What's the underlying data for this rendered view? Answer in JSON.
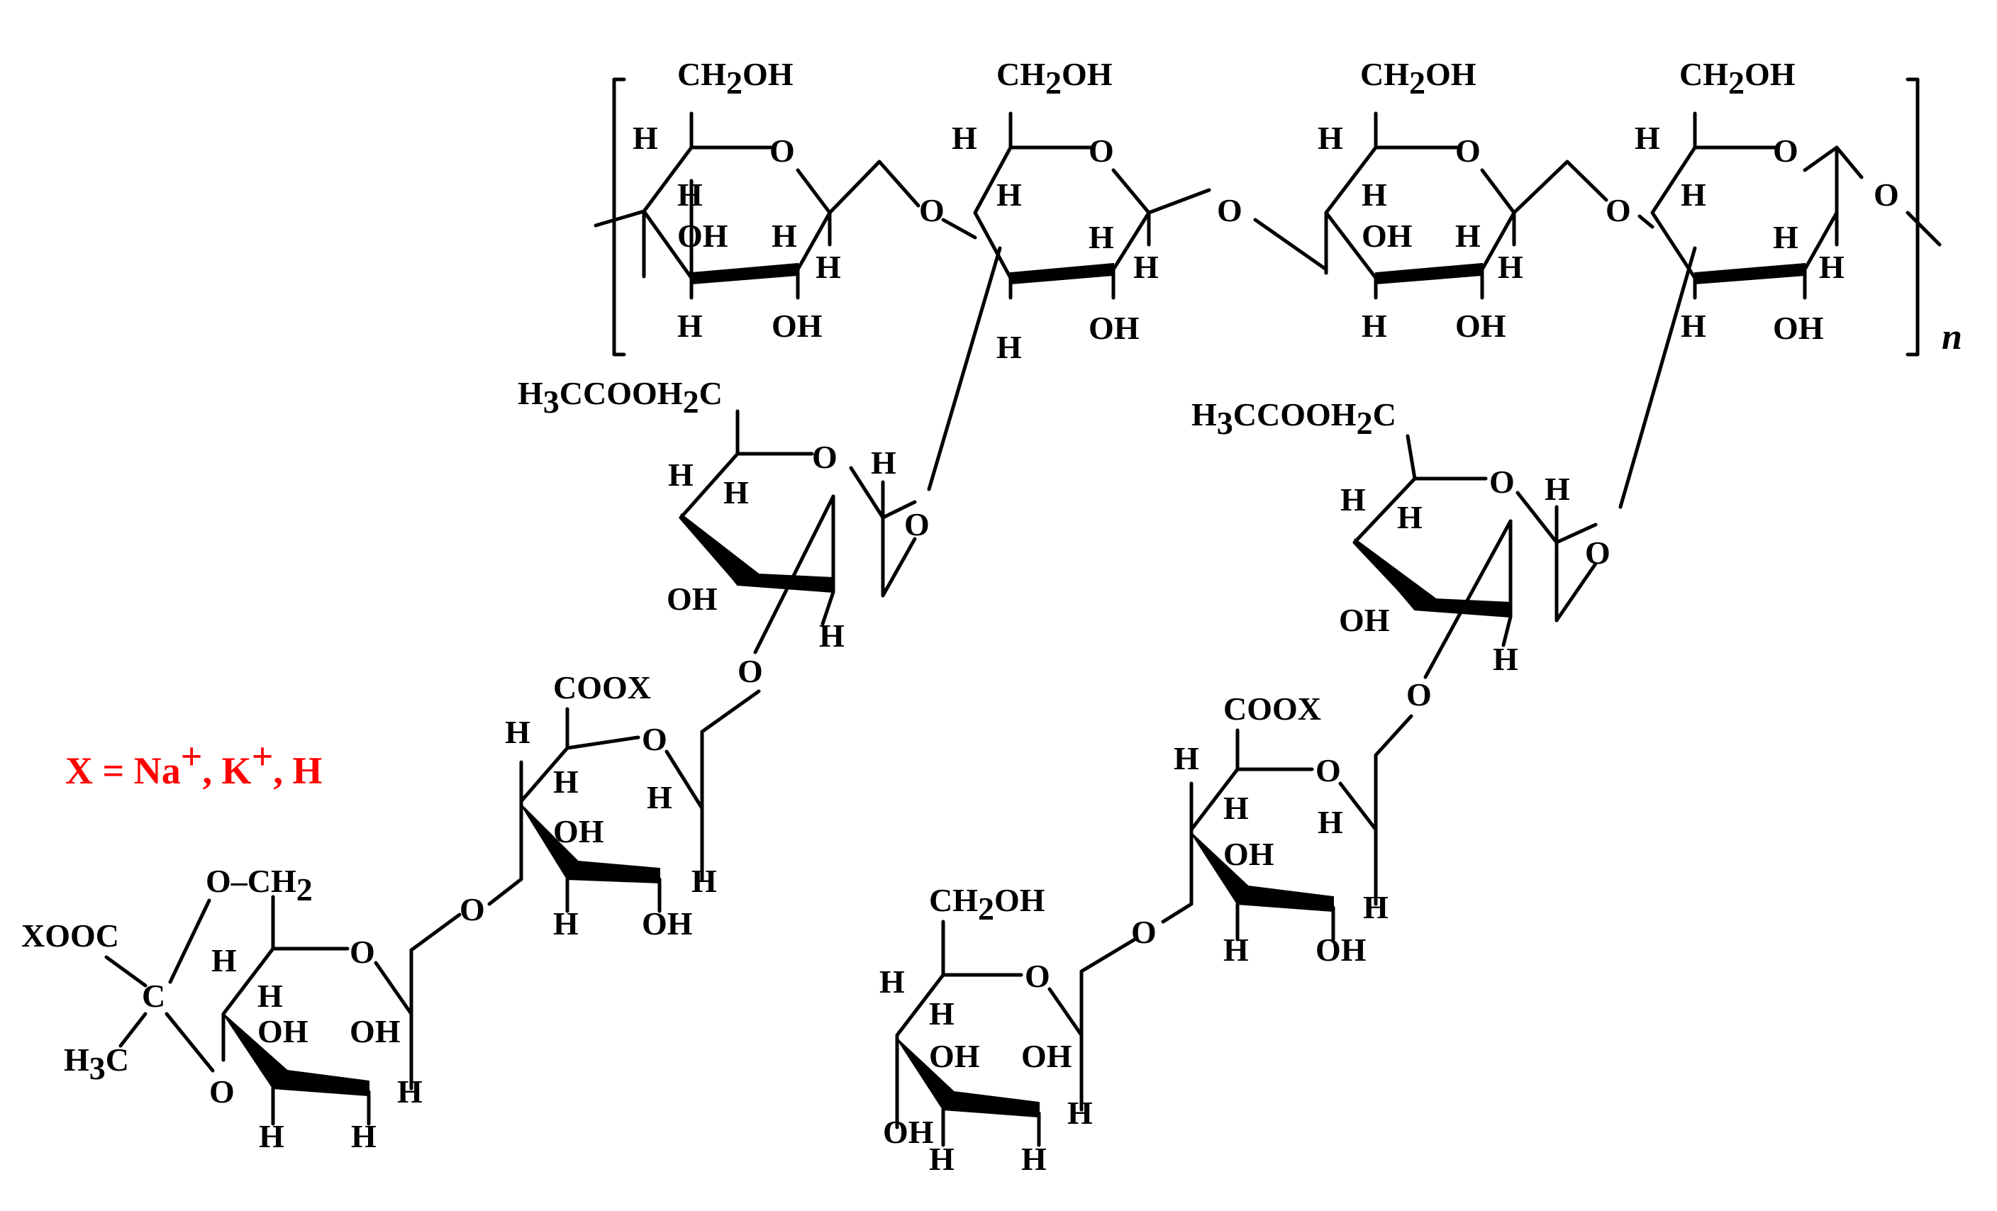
{
  "legend": {
    "text": "X = Na",
    "sup1": "+",
    "text2": ", K",
    "sup2": "+",
    "text3": ", H"
  },
  "repeat_unit_label": "n",
  "groups": {
    "ch2oh_1": "CH",
    "ch2oh_1_sub": "2",
    "ch2oh_1_tail": "OH",
    "ch2oh_2": "CH",
    "ch2oh_2_sub": "2",
    "ch2oh_2_tail": "OH",
    "ch2oh_3": "CH",
    "ch2oh_3_sub": "2",
    "ch2oh_3_tail": "OH",
    "ch2oh_4": "CH",
    "ch2oh_4_sub": "2",
    "ch2oh_4_tail": "OH",
    "ch2oh_5": "CH",
    "ch2oh_5_sub": "2",
    "ch2oh_5_tail": "OH",
    "acetyl_1_a": "H",
    "acetyl_1_sub": "3",
    "acetyl_1_b": "CCOOH",
    "acetyl_1_sub2": "2",
    "acetyl_1_c": "C",
    "acetyl_2_a": "H",
    "acetyl_2_sub": "3",
    "acetyl_2_b": "CCOOH",
    "acetyl_2_sub2": "2",
    "acetyl_2_c": "C",
    "coox_1": "COO",
    "coox_1_x": "X",
    "coox_2": "COO",
    "coox_2_x": "X",
    "xooc_x": "X",
    "xooc": "OOC",
    "ketal_c": "C",
    "ketal_ch3_h": "H",
    "ketal_ch3_sub": "3",
    "ketal_ch3_c": "C",
    "och2": "O–CH",
    "och2_sub": "2",
    "ketal_o": "O",
    "oxygen": "O",
    "hydrogen": "H",
    "hydroxyl": "OH"
  },
  "colors": {
    "structure": "#000000",
    "substituent_x": "#ff0000"
  }
}
